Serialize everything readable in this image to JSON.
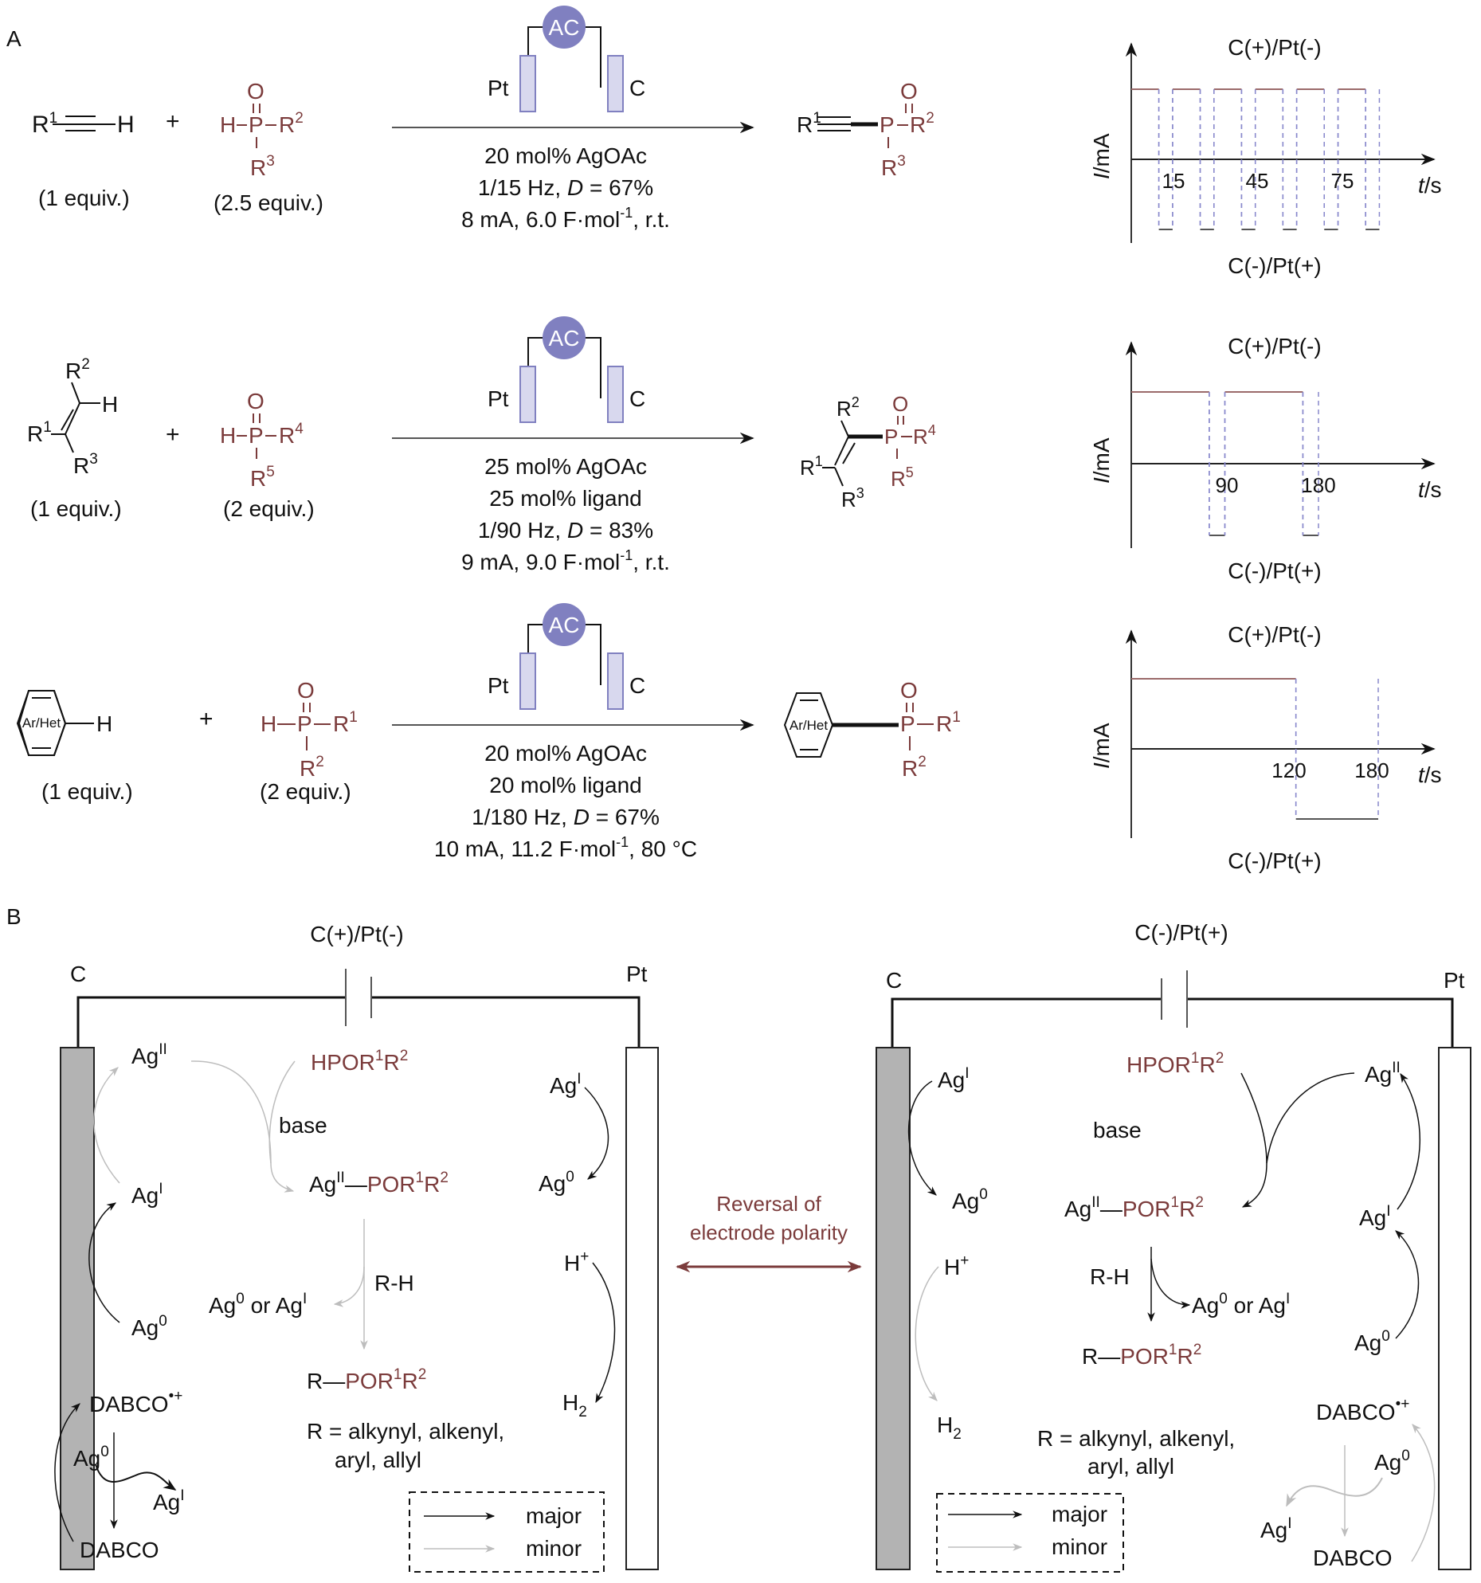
{
  "panels": {
    "a_label": "A",
    "b_label": "B"
  },
  "colors": {
    "reagent_red": "#7b3b3b",
    "ac_circle": "#8080c0",
    "electrode_fill": "#d8d8ee",
    "electrode_stroke": "#8080c0",
    "dashed_blue": "#8888cc",
    "carbon_electrode": "#b3b3b3",
    "minor_arrow": "#c0c0c0"
  },
  "reactions": [
    {
      "substrate": {
        "r_label": "R",
        "r_sup": "1",
        "h": "H",
        "equiv": "(1 equiv.)"
      },
      "plus": "+",
      "phosphorus": {
        "h": "H",
        "p": "P",
        "o": "O",
        "r_right": "R",
        "r_right_sup": "2",
        "r_down": "R",
        "r_down_sup": "3",
        "equiv": "(2.5 equiv.)"
      },
      "cell": {
        "source": "AC",
        "left_electrode": "Pt",
        "right_electrode": "C"
      },
      "conditions": [
        "20 mol% AgOAc",
        "1/15 Hz, D = 67%",
        "8 mA, 6.0 F·mol-1, r.t."
      ],
      "conditions_parts": {
        "line2_pre": "1/15 Hz, ",
        "line2_d": "D",
        "line2_post": " = 67%",
        "line3_pre": "8 mA, 6.0 F·mol",
        "line3_sup": "-1",
        "line3_post": ", r.t."
      },
      "product": {
        "r_label": "R",
        "r_sup": "1",
        "p": "P",
        "o": "O",
        "r_right": "R",
        "r_right_sup": "2",
        "r_down": "R",
        "r_down_sup": "3"
      }
    },
    {
      "substrate": {
        "r1": "R",
        "r1_sup": "1",
        "r2": "R",
        "r2_sup": "2",
        "r3": "R",
        "r3_sup": "3",
        "h": "H",
        "equiv": "(1 equiv.)"
      },
      "plus": "+",
      "phosphorus": {
        "h": "H",
        "p": "P",
        "o": "O",
        "r_right": "R",
        "r_right_sup": "4",
        "r_down": "R",
        "r_down_sup": "5",
        "equiv": "(2 equiv.)"
      },
      "cell": {
        "source": "AC",
        "left_electrode": "Pt",
        "right_electrode": "C"
      },
      "conditions": [
        "25 mol% AgOAc",
        "25 mol% ligand",
        "1/90 Hz, D = 83%",
        "9 mA, 9.0 F·mol-1, r.t."
      ],
      "conditions_parts": {
        "line3_pre": "1/90 Hz, ",
        "line3_d": "D",
        "line3_post": " = 83%",
        "line4_pre": "9 mA, 9.0 F·mol",
        "line4_sup": "-1",
        "line4_post": ", r.t."
      },
      "product": {
        "r1": "R",
        "r1_sup": "1",
        "r2": "R",
        "r2_sup": "2",
        "r3": "R",
        "r3_sup": "3",
        "p": "P",
        "o": "O",
        "r_right": "R",
        "r_right_sup": "4",
        "r_down": "R",
        "r_down_sup": "5"
      }
    },
    {
      "substrate": {
        "ring_label": "Ar/Het",
        "h": "H",
        "equiv": "(1 equiv.)"
      },
      "plus": "+",
      "phosphorus": {
        "h": "H",
        "p": "P",
        "o": "O",
        "r_right": "R",
        "r_right_sup": "1",
        "r_down": "R",
        "r_down_sup": "2",
        "equiv": "(2 equiv.)"
      },
      "cell": {
        "source": "AC",
        "left_electrode": "Pt",
        "right_electrode": "C"
      },
      "conditions": [
        "20 mol% AgOAc",
        "20 mol% ligand",
        "1/180 Hz, D = 67%",
        "10 mA, 11.2 F·mol-1, 80 °C"
      ],
      "conditions_parts": {
        "line3_pre": "1/180 Hz, ",
        "line3_d": "D",
        "line3_post": " = 67%",
        "line4_pre": "10 mA, 11.2 F·mol",
        "line4_sup": "-1",
        "line4_post": ", 80 °C"
      },
      "product": {
        "ring_label": "Ar/Het",
        "p": "P",
        "o": "O",
        "r_right": "R",
        "r_right_sup": "1",
        "r_down": "R",
        "r_down_sup": "2"
      }
    }
  ],
  "chart_data": [
    {
      "type": "line",
      "title": "Square-wave alternating current, 1/15 Hz",
      "xlabel": "t/s",
      "ylabel": "I/mA",
      "top_label": "C(+)/Pt(-)",
      "bottom_label": "C(-)/Pt(+)",
      "x_ticks": [
        15,
        45,
        75
      ],
      "period_s": 15,
      "duty": 0.67,
      "xlim": [
        0,
        100
      ],
      "ylim": [
        -1,
        1
      ],
      "segments": [
        {
          "start": 0,
          "end": 10,
          "level": 1
        },
        {
          "start": 10,
          "end": 15,
          "level": -1
        },
        {
          "start": 15,
          "end": 25,
          "level": 1
        },
        {
          "start": 25,
          "end": 30,
          "level": -1
        },
        {
          "start": 30,
          "end": 40,
          "level": 1
        },
        {
          "start": 40,
          "end": 45,
          "level": -1
        },
        {
          "start": 45,
          "end": 55,
          "level": 1
        },
        {
          "start": 55,
          "end": 60,
          "level": -1
        },
        {
          "start": 60,
          "end": 70,
          "level": 1
        },
        {
          "start": 70,
          "end": 75,
          "level": -1
        },
        {
          "start": 75,
          "end": 85,
          "level": 1
        },
        {
          "start": 85,
          "end": 90,
          "level": -1
        }
      ],
      "grid": false
    },
    {
      "type": "line",
      "title": "Square-wave alternating current, 1/90 Hz",
      "xlabel": "t/s",
      "ylabel": "I/mA",
      "top_label": "C(+)/Pt(-)",
      "bottom_label": "C(-)/Pt(+)",
      "x_ticks": [
        90,
        180
      ],
      "period_s": 90,
      "duty": 0.83,
      "xlim": [
        0,
        250
      ],
      "ylim": [
        -1,
        1
      ],
      "segments": [
        {
          "start": 0,
          "end": 75,
          "level": 1
        },
        {
          "start": 75,
          "end": 90,
          "level": -1
        },
        {
          "start": 90,
          "end": 165,
          "level": 1
        },
        {
          "start": 165,
          "end": 180,
          "level": -1
        }
      ],
      "grid": false
    },
    {
      "type": "line",
      "title": "Square-wave alternating current, 1/180 Hz",
      "xlabel": "t/s",
      "ylabel": "I/mA",
      "top_label": "C(+)/Pt(-)",
      "bottom_label": "C(-)/Pt(+)",
      "x_ticks": [
        120,
        180
      ],
      "period_s": 180,
      "duty": 0.67,
      "xlim": [
        0,
        230
      ],
      "ylim": [
        -1,
        1
      ],
      "segments": [
        {
          "start": 0,
          "end": 120,
          "level": 1
        },
        {
          "start": 120,
          "end": 180,
          "level": -1
        }
      ],
      "grid": false
    }
  ],
  "mechanism": {
    "left": {
      "polarity": "C(+)/Pt(-)",
      "left_electrode": "C",
      "right_electrode": "Pt",
      "species": {
        "ag2": "Ag",
        "ag2_sup": "II",
        "ag1": "Ag",
        "ag1_sup": "I",
        "ag0": "Ag",
        "ag0_sup": "0",
        "hpor_main": "HPOR",
        "hpor_sup1": "1",
        "hpor_r": "R",
        "hpor_sup2": "2",
        "base": "base",
        "agpor_ag": "Ag",
        "agpor_ag_sup": "II",
        "agpor_dash": "—",
        "agpor_por": "POR",
        "agpor_sup1": "1",
        "agpor_r": "R",
        "agpor_sup2": "2",
        "rh": "R-H",
        "byproduct": "Ag0 or AgI",
        "by_ag0": "Ag",
        "by_ag0_sup": "0",
        "by_or": " or ",
        "by_ag1": "Ag",
        "by_ag1_sup": "I",
        "product_r": "R",
        "product_dash": "—",
        "product_por": "POR",
        "product_sup1": "1",
        "product_r2": "R",
        "product_sup2": "2",
        "r_def_line1": "R = alkynyl, alkenyl,",
        "r_def_line2": "aryl, allyl",
        "dabco_rad": "DABCO",
        "dabco_rad_sup": "•+",
        "dabco": "DABCO",
        "dabco_ag0": "Ag",
        "dabco_ag0_sup": "0",
        "dabco_ag1": "Ag",
        "dabco_ag1_sup": "I",
        "pt_ag1": "Ag",
        "pt_ag1_sup": "I",
        "pt_ag0": "Ag",
        "pt_ag0_sup": "0",
        "h_plus": "H",
        "h_plus_sup": "+",
        "h2": "H",
        "h2_sub": "2"
      },
      "legend": {
        "major": "major",
        "minor": "minor"
      }
    },
    "center": {
      "reversal_line1": "Reversal of",
      "reversal_line2": "electrode polarity"
    },
    "right": {
      "polarity": "C(-)/Pt(+)",
      "left_electrode": "C",
      "right_electrode": "Pt",
      "species": {
        "c_ag1": "Ag",
        "c_ag1_sup": "I",
        "c_ag0": "Ag",
        "c_ag0_sup": "0",
        "hpor_main": "HPOR",
        "hpor_sup1": "1",
        "hpor_r": "R",
        "hpor_sup2": "2",
        "base": "base",
        "agpor_ag": "Ag",
        "agpor_ag_sup": "II",
        "agpor_dash": "—",
        "agpor_por": "POR",
        "agpor_sup1": "1",
        "agpor_r": "R",
        "agpor_sup2": "2",
        "rh": "R-H",
        "by_ag0": "Ag",
        "by_ag0_sup": "0",
        "by_or": " or ",
        "by_ag1": "Ag",
        "by_ag1_sup": "I",
        "product_r": "R",
        "product_dash": "—",
        "product_por": "POR",
        "product_sup1": "1",
        "product_r2": "R",
        "product_sup2": "2",
        "r_def_line1": "R = alkynyl, alkenyl,",
        "r_def_line2": "aryl, allyl",
        "h_plus": "H",
        "h_plus_sup": "+",
        "h2": "H",
        "h2_sub": "2",
        "pt_ag2": "Ag",
        "pt_ag2_sup": "II",
        "pt_ag1": "Ag",
        "pt_ag1_sup": "I",
        "pt_ag0": "Ag",
        "pt_ag0_sup": "0",
        "dabco_rad": "DABCO",
        "dabco_rad_sup": "•+",
        "dabco": "DABCO",
        "dabco_ag0": "Ag",
        "dabco_ag0_sup": "0",
        "dabco_ag1": "Ag",
        "dabco_ag1_sup": "I"
      },
      "legend": {
        "major": "major",
        "minor": "minor"
      }
    }
  }
}
